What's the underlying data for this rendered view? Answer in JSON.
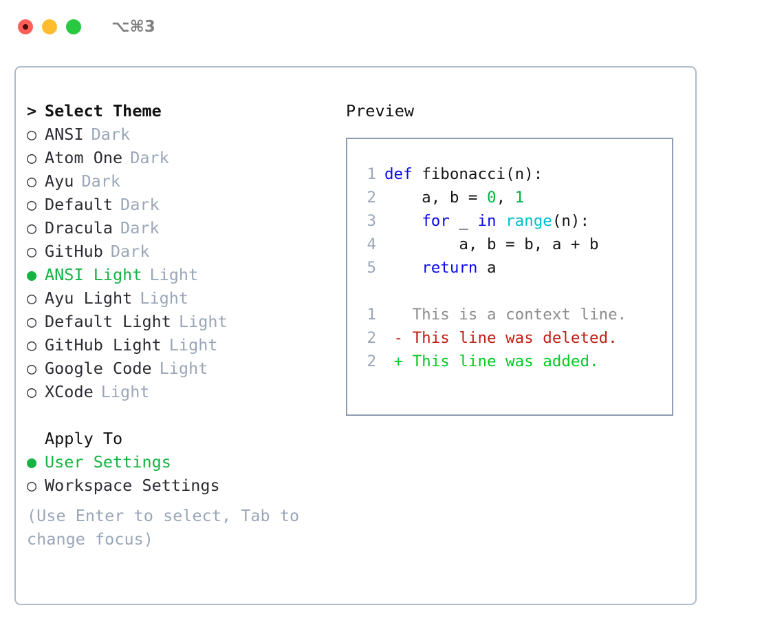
{
  "titlebar": {
    "shortcut": "⌥⌘3",
    "lights": [
      {
        "name": "close",
        "color": "#ff5f57"
      },
      {
        "name": "minimize",
        "color": "#ffbd2e"
      },
      {
        "name": "maximize",
        "color": "#28c840"
      }
    ]
  },
  "theme_picker": {
    "caret": ">",
    "header": "Select Theme",
    "bullet_unselected": "○",
    "bullet_selected": "●",
    "items": [
      {
        "name": "ANSI",
        "tag": "Dark",
        "selected": false
      },
      {
        "name": "Atom One",
        "tag": "Dark",
        "selected": false
      },
      {
        "name": "Ayu",
        "tag": "Dark",
        "selected": false
      },
      {
        "name": "Default",
        "tag": "Dark",
        "selected": false
      },
      {
        "name": "Dracula",
        "tag": "Dark",
        "selected": false
      },
      {
        "name": "GitHub",
        "tag": "Dark",
        "selected": false
      },
      {
        "name": "ANSI Light",
        "tag": "Light",
        "selected": true
      },
      {
        "name": "Ayu Light",
        "tag": "Light",
        "selected": false
      },
      {
        "name": "Default Light",
        "tag": "Light",
        "selected": false
      },
      {
        "name": "GitHub Light",
        "tag": "Light",
        "selected": false
      },
      {
        "name": "Google Code",
        "tag": "Light",
        "selected": false
      },
      {
        "name": "XCode",
        "tag": "Light",
        "selected": false
      }
    ]
  },
  "apply_to": {
    "header": "Apply To",
    "options": [
      {
        "name": "User Settings",
        "selected": true
      },
      {
        "name": "Workspace Settings",
        "selected": false
      }
    ]
  },
  "hint": "(Use Enter to select, Tab to change focus)",
  "preview": {
    "title": "Preview",
    "code": [
      {
        "num": "1",
        "tokens": [
          {
            "t": "def ",
            "c": "kw"
          },
          {
            "t": "fibonacci(n):",
            "c": "txt"
          }
        ]
      },
      {
        "num": "2",
        "tokens": [
          {
            "t": "    a, b = ",
            "c": "txt"
          },
          {
            "t": "0",
            "c": "num"
          },
          {
            "t": ", ",
            "c": "txt"
          },
          {
            "t": "1",
            "c": "num"
          }
        ]
      },
      {
        "num": "3",
        "tokens": [
          {
            "t": "    ",
            "c": "txt"
          },
          {
            "t": "for",
            "c": "kw"
          },
          {
            "t": " _ ",
            "c": "txt"
          },
          {
            "t": "in",
            "c": "kw"
          },
          {
            "t": " ",
            "c": "txt"
          },
          {
            "t": "range",
            "c": "fn"
          },
          {
            "t": "(n):",
            "c": "txt"
          }
        ]
      },
      {
        "num": "4",
        "tokens": [
          {
            "t": "        a, b = b, a + b",
            "c": "txt"
          }
        ]
      },
      {
        "num": "5",
        "tokens": [
          {
            "t": "    ",
            "c": "txt"
          },
          {
            "t": "return",
            "c": "kw"
          },
          {
            "t": " a",
            "c": "txt"
          }
        ]
      }
    ],
    "diff": [
      {
        "num": "1",
        "marker": " ",
        "text": " This is a context line.",
        "kind": "ctx"
      },
      {
        "num": "2",
        "marker": "-",
        "text": " This line was deleted.",
        "kind": "del"
      },
      {
        "num": "2",
        "marker": "+",
        "text": " This line was added.",
        "kind": "add"
      }
    ]
  },
  "colors": {
    "accent_green": "#15b341",
    "tag_gray": "#9aa6b8",
    "border": "#aebac9",
    "preview_border": "#8d9cb0",
    "keyword_blue": "#0b0bec",
    "function_cyan": "#00bcd0",
    "number_green": "#00b33c",
    "diff_red": "#c21f16",
    "diff_green": "#00cc22"
  }
}
